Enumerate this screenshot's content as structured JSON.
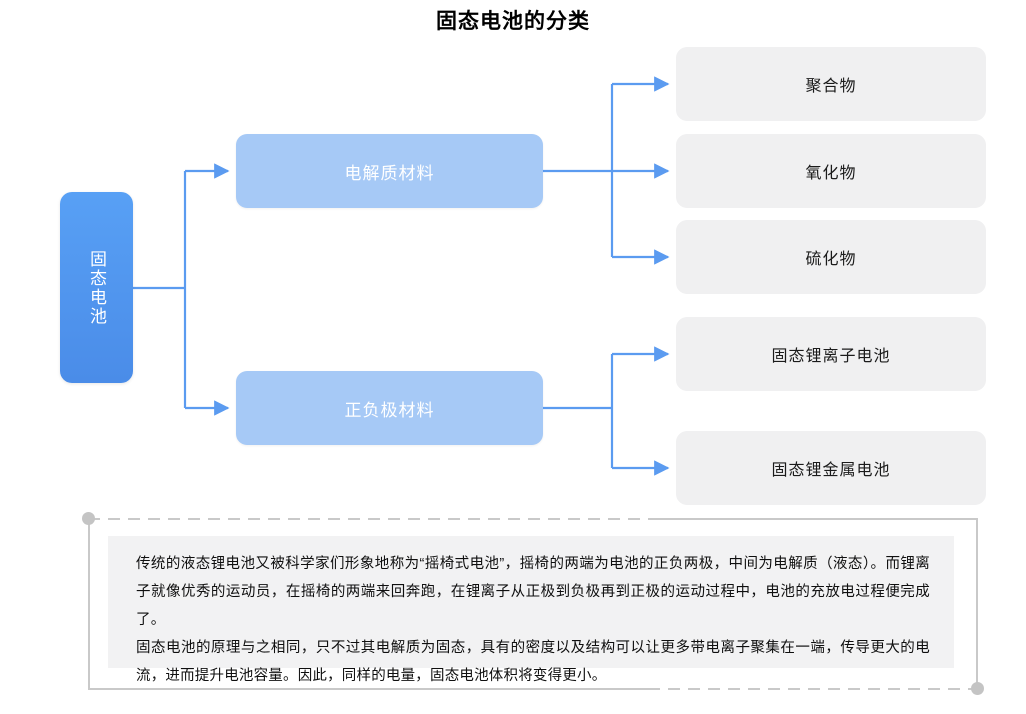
{
  "title": "固态电池的分类",
  "colors": {
    "root_fill": "#4a8ce8",
    "level2_fill": "#a6c9f6",
    "leaf_fill": "#f0f0f1",
    "connector": "#5b9bf0",
    "frame": "#c9c9c9",
    "note_bg": "#f2f2f3"
  },
  "root": {
    "label": "固态电池"
  },
  "branches": [
    {
      "id": "electrolyte",
      "label": "电解质材料",
      "children": [
        {
          "id": "polymer",
          "label": "聚合物"
        },
        {
          "id": "oxide",
          "label": "氧化物"
        },
        {
          "id": "sulfide",
          "label": "硫化物"
        }
      ]
    },
    {
      "id": "electrode",
      "label": "正负极材料",
      "children": [
        {
          "id": "liion",
          "label": "固态锂离子电池"
        },
        {
          "id": "limetal",
          "label": "固态锂金属电池"
        }
      ]
    }
  ],
  "note": {
    "paragraphs": [
      "传统的液态锂电池又被科学家们形象地称为“摇椅式电池”，摇椅的两端为电池的正负两极，中间为电解质（液态）。而锂离子就像优秀的运动员，在摇椅的两端来回奔跑，在锂离子从正极到负极再到正极的运动过程中，电池的充放电过程便完成了。",
      "固态电池的原理与之相同，只不过其电解质为固态，具有的密度以及结构可以让更多带电离子聚集在一端，传导更大的电流，进而提升电池容量。因此，同样的电量，固态电池体积将变得更小。"
    ]
  }
}
